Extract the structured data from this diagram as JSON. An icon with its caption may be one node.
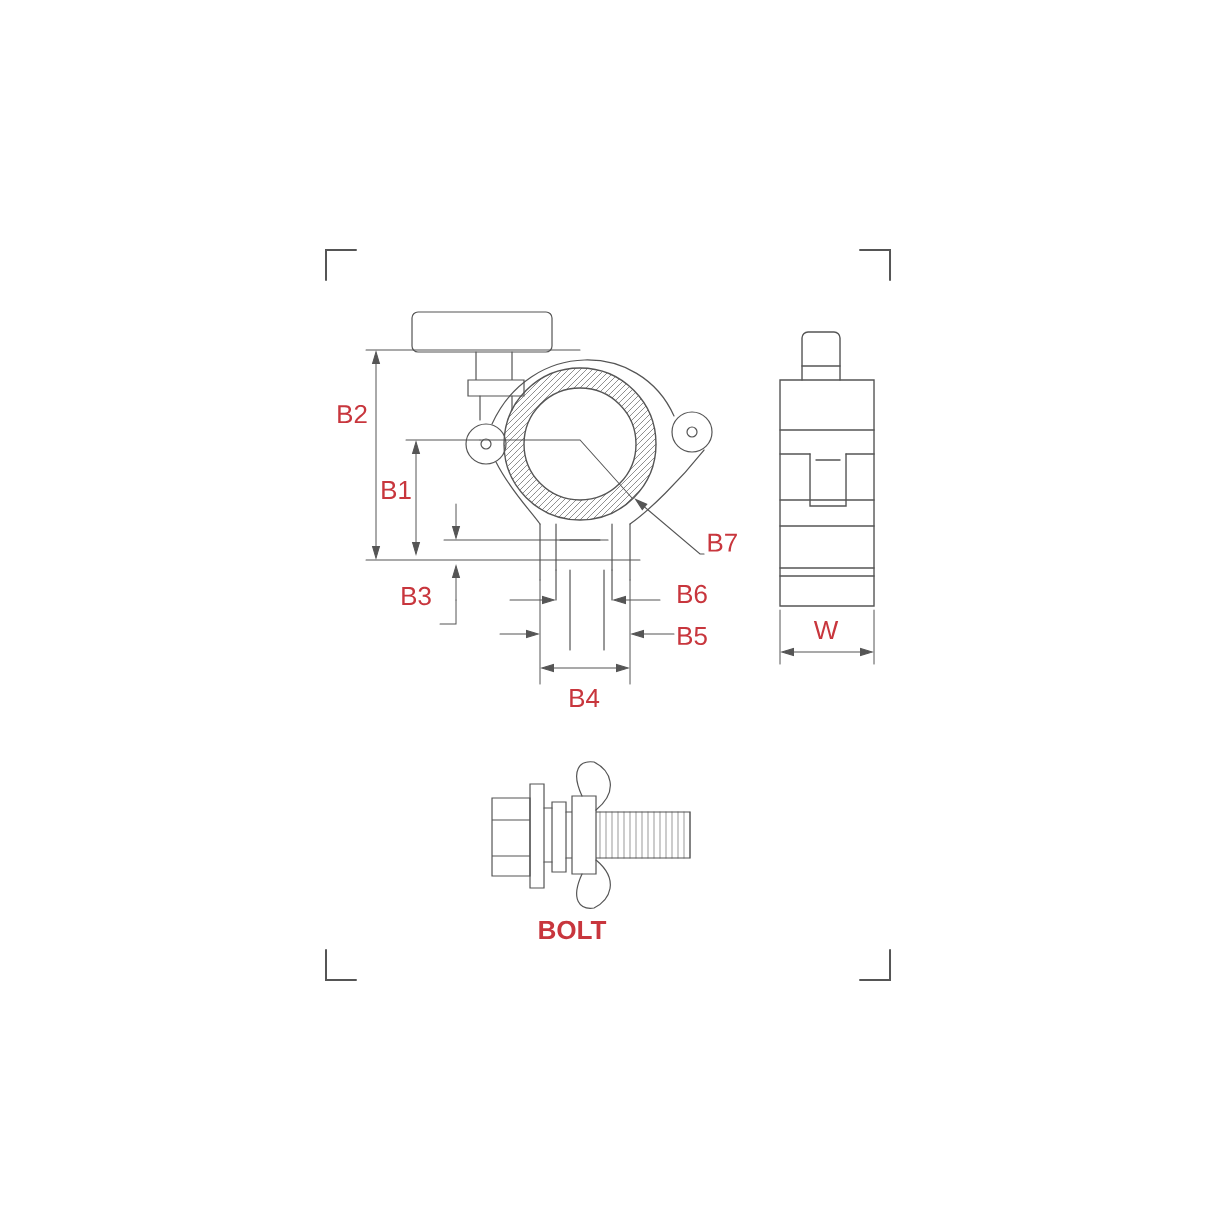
{
  "diagram": {
    "nodes": [
      {
        "text": [
          "B7"
        ]
      },
      {
        "text": [],
        "shape": "circle"
      }
    ],
    "edges": [
      {
        "from": 0,
        "to": 1,
        "arrow": "to"
      }
    ],
    "labels": [
      "B2",
      "B1",
      "B3",
      "B6",
      "B5",
      "B4",
      "W",
      "BOLT"
    ]
  }
}
